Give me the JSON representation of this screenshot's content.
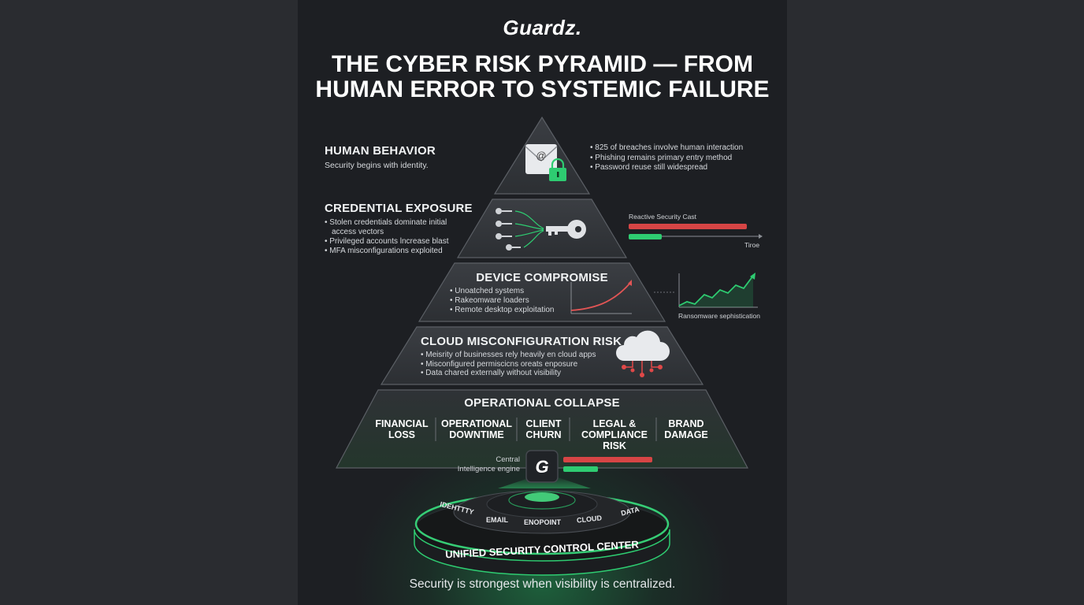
{
  "brand": {
    "logo": "Guardz."
  },
  "title": "THE CYBER RISK PYRAMID — FROM HUMAN ERROR TO SYSTEMIC FAILURE",
  "layers": {
    "human_behavior": {
      "heading": "HUMAN BEHAVIOR",
      "subtitle": "Security begins with identity.",
      "bullets": [
        "• 825 of breaches involve human interaction",
        "• Phishing remains primary entry method",
        "• Password reuse still widespread"
      ],
      "icon": "envelope-lock-icon"
    },
    "credential_exposure": {
      "heading": "CREDENTIAL EXPOSURE",
      "bullets": [
        "• Stolen credentials dominate initial",
        "access vectors",
        "• Privileged accounts lncrease blast",
        "• MFA misconfigurations exploited"
      ],
      "icon": "key-icon",
      "chart": {
        "title": "Reactive Security Cast",
        "axis_label": "Tiroe"
      }
    },
    "device_compromise": {
      "heading": "DEVICE COMPROMISE",
      "bullets": [
        "• Unoatched systems",
        "• Rakeomware loaders",
        "• Remote desktop exploitation"
      ],
      "chart": {
        "label": "Ransomware sephistication"
      }
    },
    "cloud_misconfiguration": {
      "heading": "CLOUD MISCONFIGURATION RISK",
      "bullets": [
        "• Meisrity of businesses rely heavily en cloud apps",
        "• Misconfigured permiscicns oreats enposure",
        "• Data chared externally without visibility"
      ],
      "icon": "cloud-network-icon"
    },
    "operational_collapse": {
      "heading": "OPERATIONAL COLLAPSE",
      "outcomes": [
        [
          "FINANCIAL",
          "LOSS"
        ],
        [
          "OPERATIONAL",
          "DOWNTIME"
        ],
        [
          "CLIENT",
          "CHURN"
        ],
        [
          "LEGAL &",
          "COMPLIANCE",
          "RISK"
        ],
        [
          "BRAND",
          "DAMAGE"
        ]
      ]
    }
  },
  "engine": {
    "label_line1": "Central",
    "label_line2": "Intelligence engine",
    "icon": "guardz-g-icon"
  },
  "platform": {
    "ring_labels": [
      "IDEHTTTY",
      "EMAIL",
      "ENOPOINT",
      "CLOUD",
      "DATA"
    ],
    "base_label": "UNIFIED SECURITY CONTROL CENTER"
  },
  "footer": "Security is strongest when visibility is centralized.",
  "colors": {
    "accent_green": "#2ecc71",
    "alert_red": "#e04848",
    "panel": "#1d1f23",
    "background": "#2a2c30"
  }
}
